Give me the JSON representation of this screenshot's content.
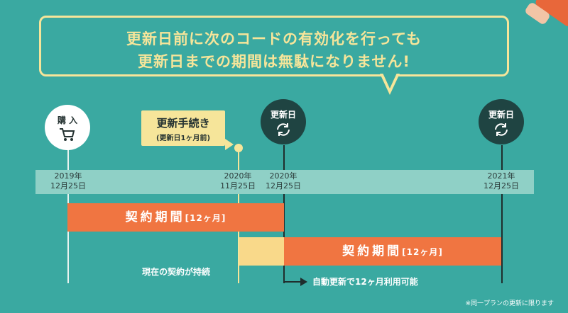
{
  "bubble": {
    "line1": "更新日前に次のコードの有効化を行っても",
    "line2": "更新日までの期間は無駄になりません!"
  },
  "markers": {
    "purchase": {
      "label": "購 入",
      "icon": "shopping-cart-icon"
    },
    "renewal1": {
      "label": "更新日",
      "icon": "renew-cycle-icon"
    },
    "renewal2": {
      "label": "更新日",
      "icon": "renew-cycle-icon"
    }
  },
  "procedure": {
    "title": "更新手続き",
    "sub": "(更新日1ヶ月前)"
  },
  "dates": {
    "d1": {
      "year": "2019年",
      "day": "12月25日"
    },
    "d2": {
      "year": "2020年",
      "day": "11月25日"
    },
    "d3": {
      "year": "2020年",
      "day": "12月25日"
    },
    "d4": {
      "year": "2021年",
      "day": "12月25日"
    }
  },
  "bars": {
    "bar1_main": "契約期間",
    "bar1_sub": "[12ヶ月]",
    "bar2_main": "契約期間",
    "bar2_sub": "[12ヶ月]"
  },
  "notes": {
    "continue": "現在の契約が持続",
    "auto_renew": "自動更新で12ヶ月利用可能",
    "footnote": "※同一プランの更新に限ります"
  },
  "colors": {
    "background": "#3aa9a1",
    "accent_yellow": "#f6e59a",
    "bar_orange": "#f07541",
    "renew_dark": "#1f4442"
  }
}
